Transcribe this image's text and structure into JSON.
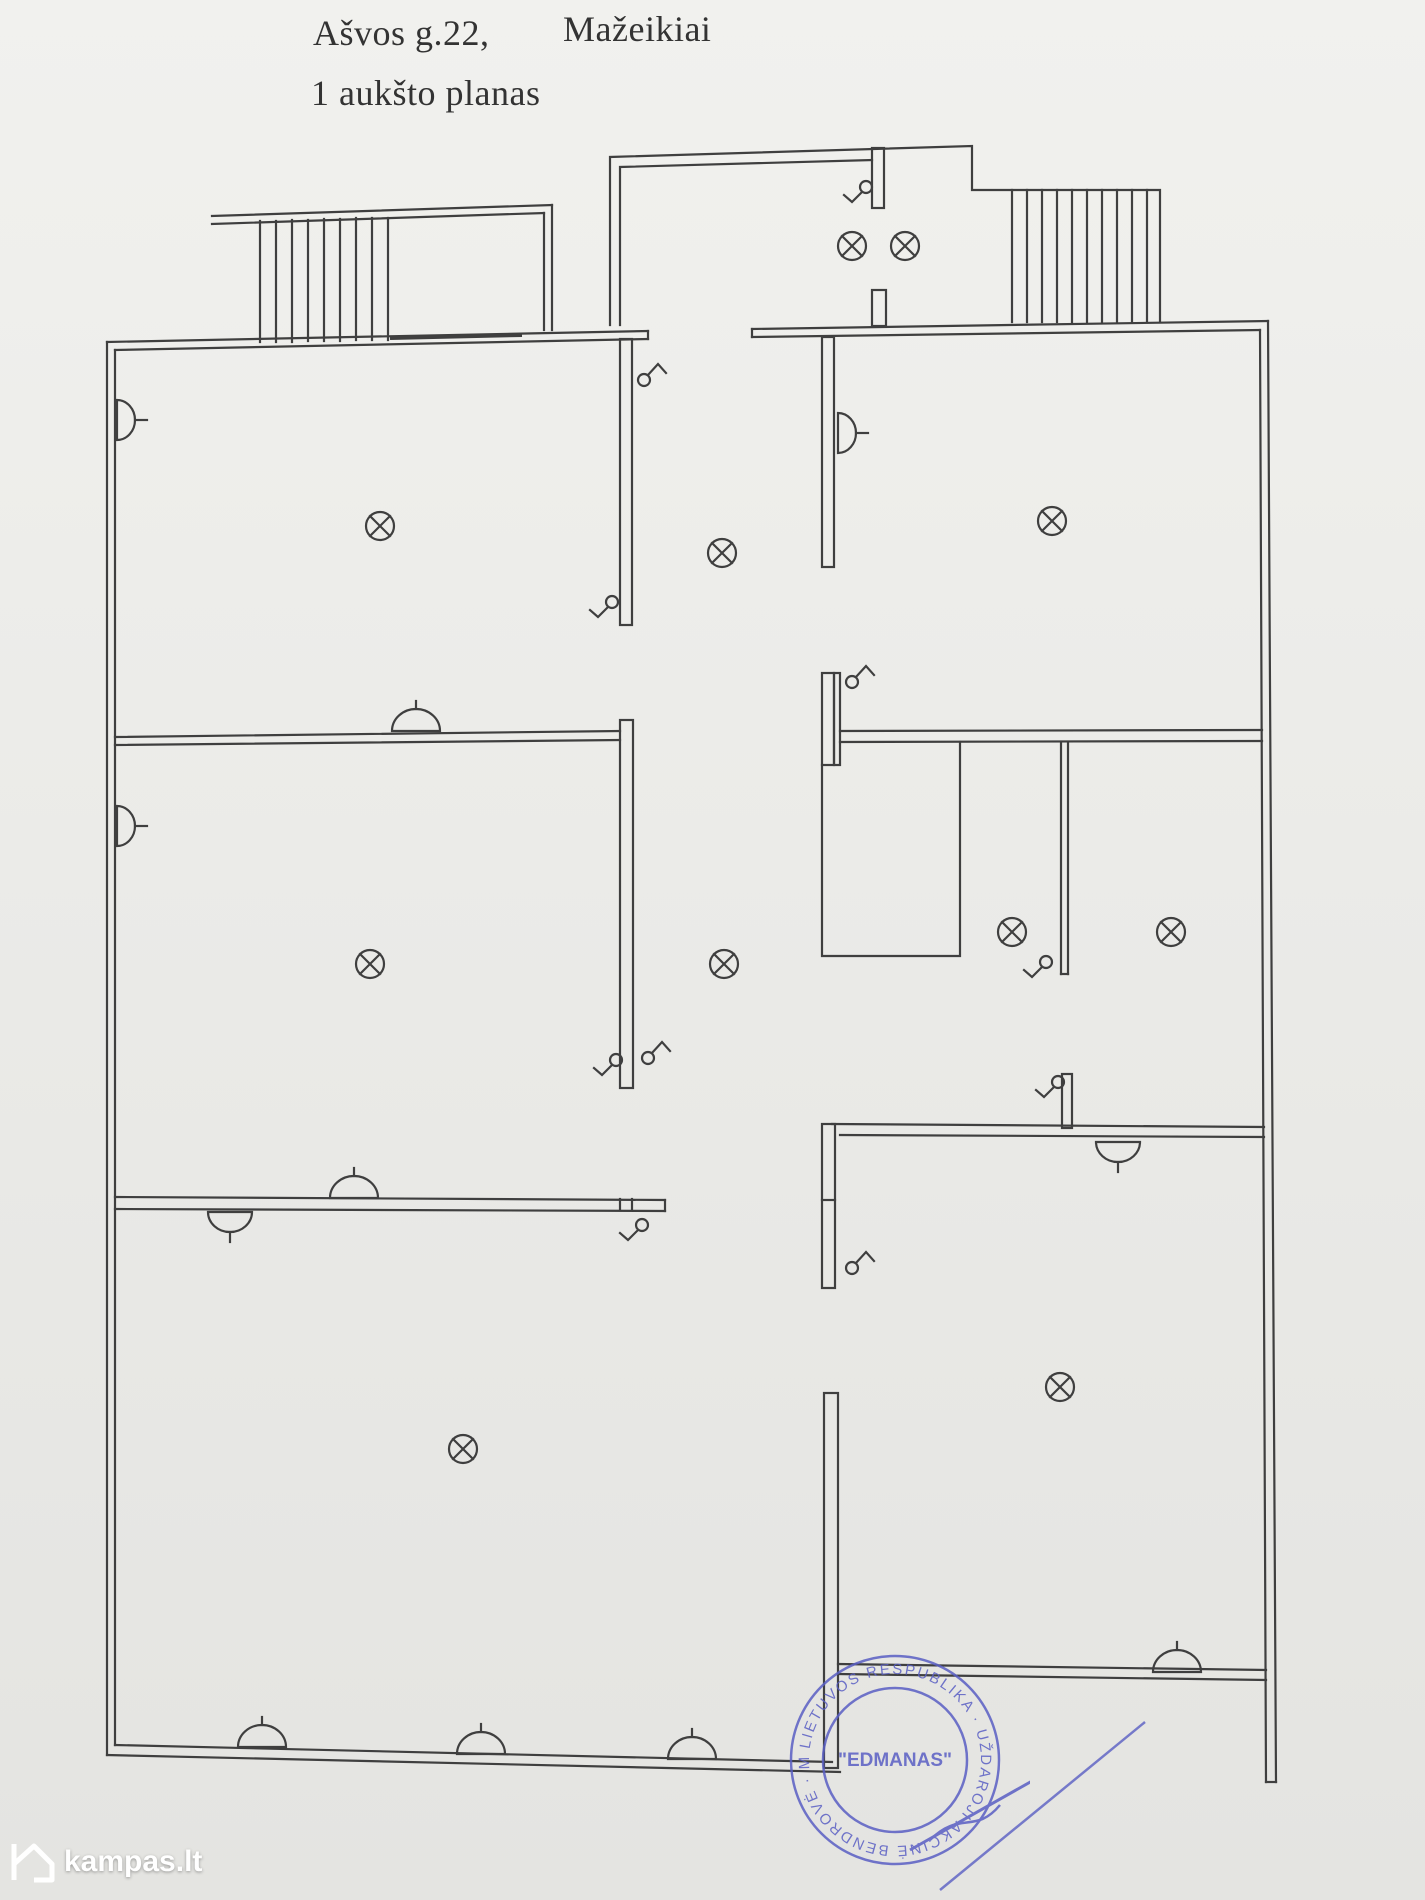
{
  "header": {
    "address": "Ašvos g.22,",
    "city": "Mažeikiai",
    "plan_title": "1 aukšto planas"
  },
  "stamp": {
    "name": "\"EDMANAS\"",
    "ring_text": "LIETUVOS RESPUBLIKA · UŽDAROJI AKCINĖ BENDROVĖ · MAŽEIKIAI ·",
    "color": "#5a5fc4"
  },
  "watermark": {
    "text": "kampas.lt"
  },
  "colors": {
    "ink": "#3f3f3f",
    "paper": "#efefec"
  }
}
